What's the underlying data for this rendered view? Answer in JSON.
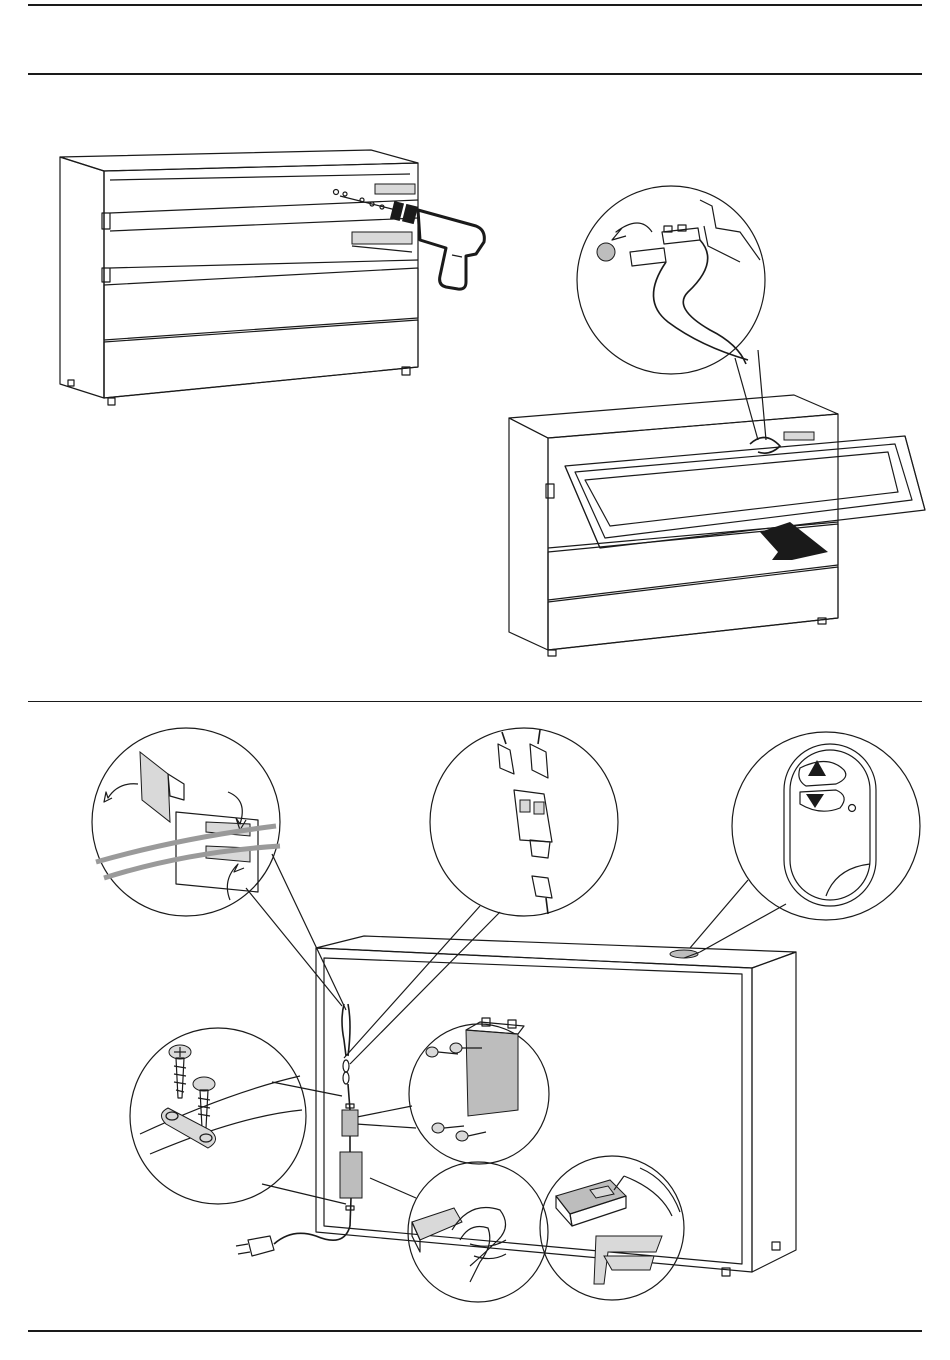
{
  "colors": {
    "line": "#1a1a1a",
    "shade": "#bdbdbd",
    "light_shade": "#d9d9d9",
    "background": "#ffffff"
  },
  "steps": [
    {
      "id": "drill-rail-mounting",
      "icons": [
        "cabinet-icon",
        "drill-icon",
        "drawer-rail-icon"
      ]
    },
    {
      "id": "drawer-connector",
      "icons": [
        "cabinet-icon",
        "drawer-icon",
        "connector-icon",
        "push-arrow-icon"
      ]
    },
    {
      "id": "electrical-install",
      "icons": [
        "cabinet-back-icon",
        "cable-clip-icon",
        "connector-icon",
        "control-button-icon",
        "screw-icon",
        "power-unit-icon",
        "cleaning-icon",
        "adhesive-pad-icon",
        "plug-icon"
      ]
    }
  ]
}
